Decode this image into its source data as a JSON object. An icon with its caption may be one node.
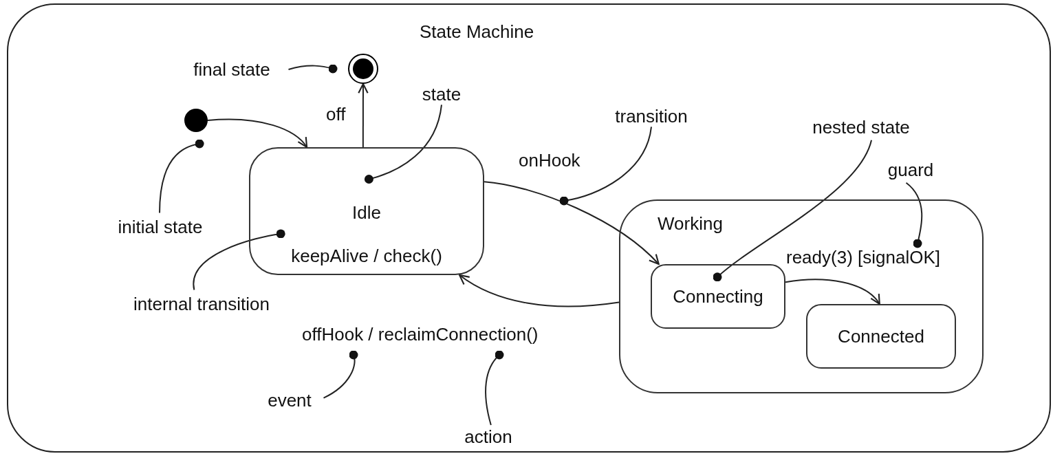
{
  "diagram": {
    "nodes": [
      {
        "text": [
          "State Machine"
        ]
      },
      {
        "text": [],
        "shape": "circle",
        "in": 0
      },
      {
        "text": [],
        "shape": "bullseye",
        "in": 0
      },
      {
        "text": [
          "Idle",
          "keepAlive / check()"
        ],
        "in": 0
      },
      {
        "text": [
          "Working"
        ],
        "in": 0
      },
      {
        "text": [
          "Connecting"
        ],
        "in": 4
      },
      {
        "text": [
          "Connected"
        ],
        "in": 4
      },
      {
        "text": [
          "final state"
        ],
        "in": 0
      },
      {
        "text": [
          "initial state"
        ],
        "in": 0
      },
      {
        "text": [
          "state"
        ],
        "in": 0
      },
      {
        "text": [
          "internal transition"
        ],
        "in": 0
      },
      {
        "text": [
          "transition"
        ],
        "in": 0
      },
      {
        "text": [
          "nested state"
        ],
        "in": 0
      },
      {
        "text": [
          "guard"
        ],
        "in": 0
      },
      {
        "text": [
          "event"
        ],
        "in": 0
      },
      {
        "text": [
          "action"
        ],
        "in": 0
      }
    ],
    "edges": [
      {
        "from": 1,
        "to": 3,
        "arrow": "to"
      },
      {
        "from": 3,
        "to": 2,
        "arrow": "to",
        "label": "off"
      },
      {
        "from": 3,
        "to": 5,
        "arrow": "to",
        "label": "onHook"
      },
      {
        "from": 5,
        "to": 6,
        "arrow": "to",
        "label": "ready(3) [signalOK]"
      },
      {
        "from": 4,
        "to": 3,
        "arrow": "to",
        "label": "offHook / reclaimConnection()"
      },
      {
        "from": 7,
        "to": 2,
        "arrow": "other"
      },
      {
        "from": 8,
        "to": 1,
        "arrow": "other"
      },
      {
        "from": 9,
        "to": 3,
        "arrow": "other"
      },
      {
        "from": 10,
        "to": 3,
        "arrow": "other"
      },
      {
        "from": 11,
        "to": null,
        "arrow": "other"
      },
      {
        "from": 12,
        "to": 5,
        "arrow": "other"
      },
      {
        "from": 13,
        "to": null,
        "arrow": "other"
      },
      {
        "from": 14,
        "to": null,
        "arrow": "other"
      },
      {
        "from": 15,
        "to": null,
        "arrow": "other"
      }
    ]
  }
}
